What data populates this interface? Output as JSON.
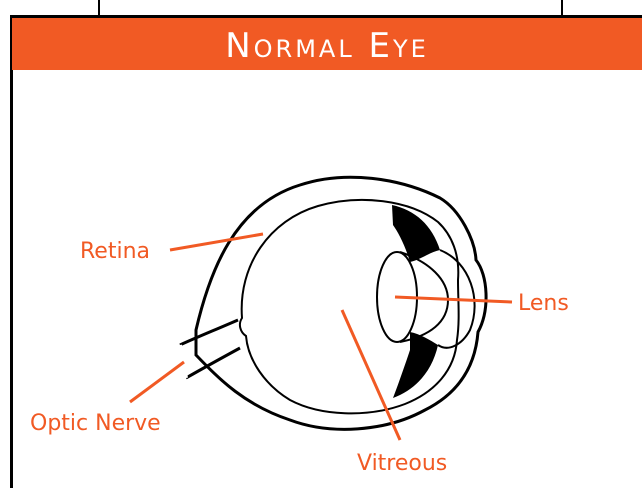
{
  "title": "Normal Eye",
  "labels": {
    "retina": "Retina",
    "lens": "Lens",
    "optic_nerve": "Optic Nerve",
    "vitreous": "Vitreous"
  },
  "colors": {
    "accent": "#f15a24",
    "line": "#000000",
    "background": "#ffffff",
    "title_text": "#ffffff"
  }
}
